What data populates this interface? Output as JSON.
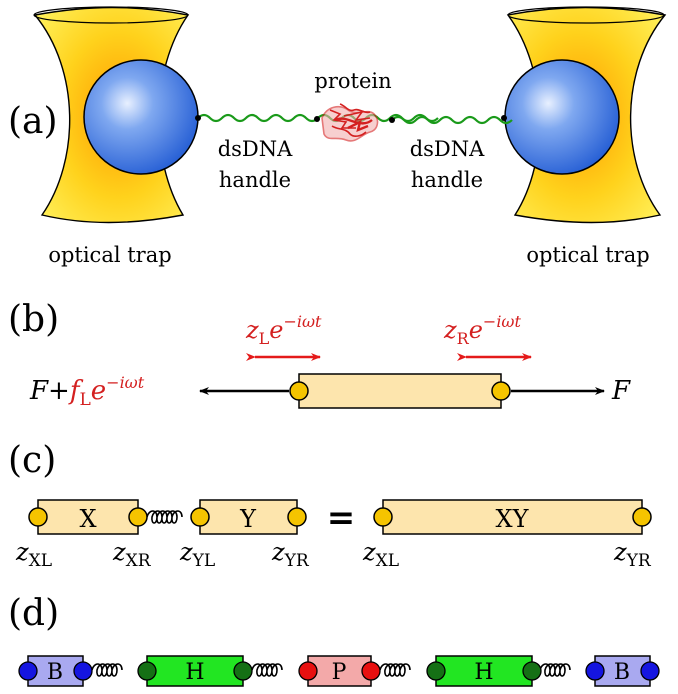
{
  "panels": {
    "a": {
      "label": "(a)",
      "protein": "protein",
      "left_handle": [
        "dsDNA",
        "handle"
      ],
      "right_handle": [
        "dsDNA",
        "handle"
      ],
      "left_trap": "optical trap",
      "right_trap": "optical trap"
    },
    "b": {
      "label": "(b)",
      "left_disp": {
        "base": "z",
        "sub": "L",
        "exp": "−iωt"
      },
      "right_disp": {
        "base": "z",
        "sub": "R",
        "exp": "−iωt"
      },
      "left_force": {
        "prefix": "F",
        "plus": "+",
        "base": "f",
        "sub": "L",
        "exp": "−iωt"
      },
      "right_force": "F"
    },
    "c": {
      "label": "(c)",
      "box_x": "X",
      "box_y": "Y",
      "box_xy": "XY",
      "equals": "=",
      "labels": [
        {
          "base": "z",
          "sub": "XL"
        },
        {
          "base": "z",
          "sub": "XR"
        },
        {
          "base": "z",
          "sub": "YL"
        },
        {
          "base": "z",
          "sub": "YR"
        },
        {
          "base": "z",
          "sub": "XL"
        },
        {
          "base": "z",
          "sub": "YR"
        }
      ]
    },
    "d": {
      "label": "(d)",
      "boxes": [
        "B",
        "H",
        "P",
        "H",
        "B"
      ]
    }
  },
  "colors": {
    "bead": "#3a78e0",
    "trap": "#ffd21c",
    "dna": "#1a9a1a",
    "protein": "#d42020",
    "element_box": "#fde5ad",
    "node_yellow": "#f5c400",
    "arrow_red": "#e41a1a",
    "b_box": "#a9a9f0",
    "h_box": "#22e622",
    "p_box": "#f3a9a9",
    "node_blue": "#1515e0",
    "node_green": "#157015",
    "node_red": "#e81010"
  }
}
